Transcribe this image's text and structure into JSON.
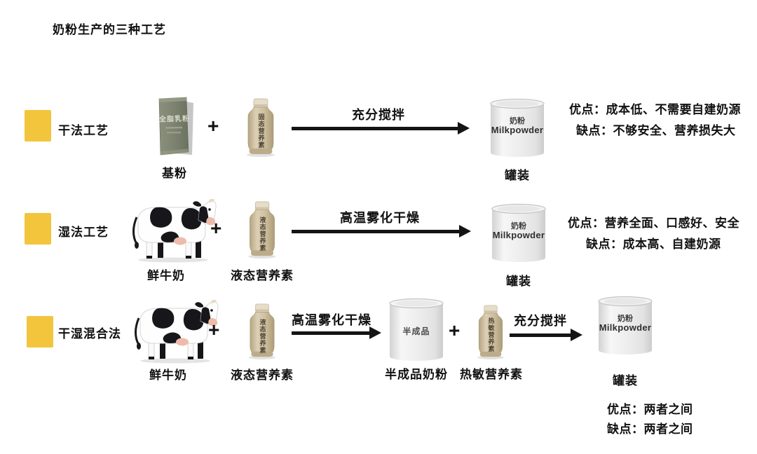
{
  "title": "奶粉生产的三种工艺",
  "plus": "+",
  "colors": {
    "accent": "#F2C53D",
    "bag": "#7d8370",
    "bottle": "#cbbc9e",
    "can": "#ebebeb",
    "arrow": "#141414"
  },
  "icons": [
    "bag-icon",
    "cow-icon",
    "bottle-icon",
    "canister-icon",
    "arrow-right-icon",
    "plus-icon"
  ],
  "rows": {
    "dry": {
      "label": "干法工艺",
      "bag": {
        "text": "全脂乳粉",
        "caption": "基粉"
      },
      "bottle": {
        "text": "固态营养素"
      },
      "arrow": "充分搅拌",
      "can": {
        "line1": "奶粉",
        "line2": "Milkpowder",
        "caption": "罐装"
      },
      "pros": "优点：成本低、不需要自建奶源",
      "cons": "缺点：不够安全、营养损失大"
    },
    "wet": {
      "label": "湿法工艺",
      "cow_caption": "鲜牛奶",
      "bottle": {
        "text": "液态营养素",
        "caption": "液态营养素"
      },
      "arrow": "高温雾化干燥",
      "can": {
        "line1": "奶粉",
        "line2": "Milkpowder",
        "caption": "罐装"
      },
      "pros": "优点：营养全面、口感好、安全",
      "cons": "缺点：成本高、自建奶源"
    },
    "mixed": {
      "label": "干湿混合法",
      "cow_caption": "鲜牛奶",
      "bottle1": {
        "text": "液态营养素",
        "caption": "液态营养素"
      },
      "arrow1": "高温雾化干燥",
      "midcan": {
        "text": "半成品",
        "caption": "半成品奶粉"
      },
      "bottle2": {
        "text": "热敏营养素",
        "caption": "热敏营养素"
      },
      "arrow2": "充分搅拌",
      "can": {
        "line1": "奶粉",
        "line2": "Milkpowder",
        "caption": "罐装"
      },
      "pros": "优点：两者之间",
      "cons": "缺点：两者之间"
    }
  }
}
